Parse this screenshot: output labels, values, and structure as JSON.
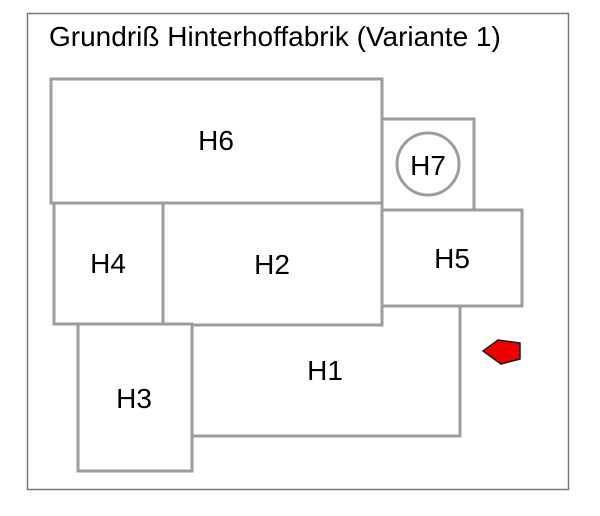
{
  "title": "Grundriß Hinterhoffabrik (Variante 1)",
  "units": {
    "h1": {
      "label": "H1"
    },
    "h2": {
      "label": "H2"
    },
    "h3": {
      "label": "H3"
    },
    "h4": {
      "label": "H4"
    },
    "h5": {
      "label": "H5"
    },
    "h6": {
      "label": "H6"
    },
    "h7": {
      "label": "H7"
    }
  },
  "marker": {
    "icon": "red-arrow-left-icon",
    "fill": "#ee0000",
    "stroke": "#1a1a1a"
  },
  "colors": {
    "plan_outline": "#9d9d9d",
    "frame_border": "#787878",
    "text": "#000000"
  }
}
